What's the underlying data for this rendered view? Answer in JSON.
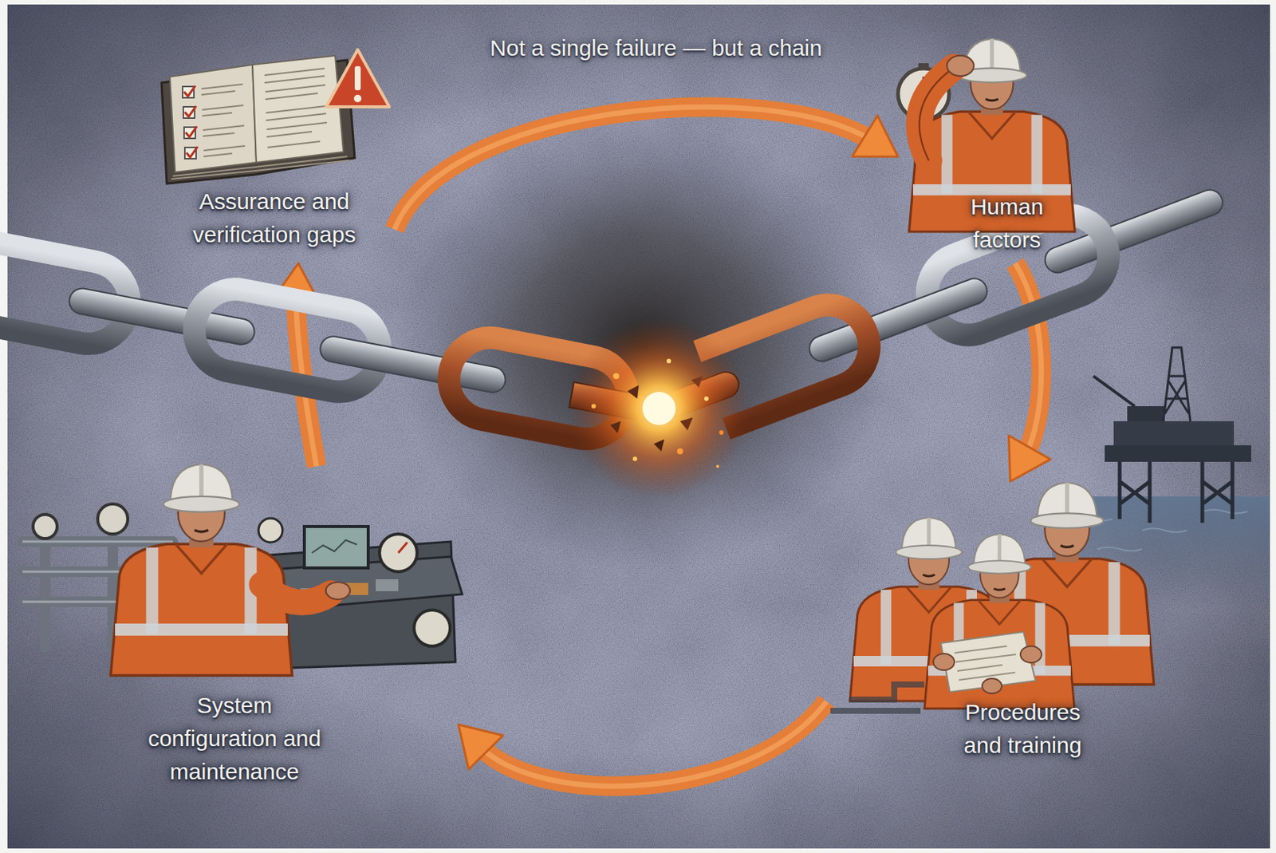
{
  "diagram": {
    "title": "Not a single failure — but a chain",
    "nodes": [
      {
        "text": [
          "Assurance and verification gaps"
        ]
      },
      {
        "text": [
          "Human factors"
        ]
      },
      {
        "text": [
          "Procedures and training"
        ]
      },
      {
        "text": [
          "System configuration and maintenance"
        ]
      }
    ],
    "edges": [
      {
        "from": 0,
        "to": 1,
        "arrow": "to"
      },
      {
        "from": 1,
        "to": 2,
        "arrow": "to"
      },
      {
        "from": 2,
        "to": 3,
        "arrow": "to"
      },
      {
        "from": 3,
        "to": 0,
        "arrow": "to"
      }
    ]
  }
}
